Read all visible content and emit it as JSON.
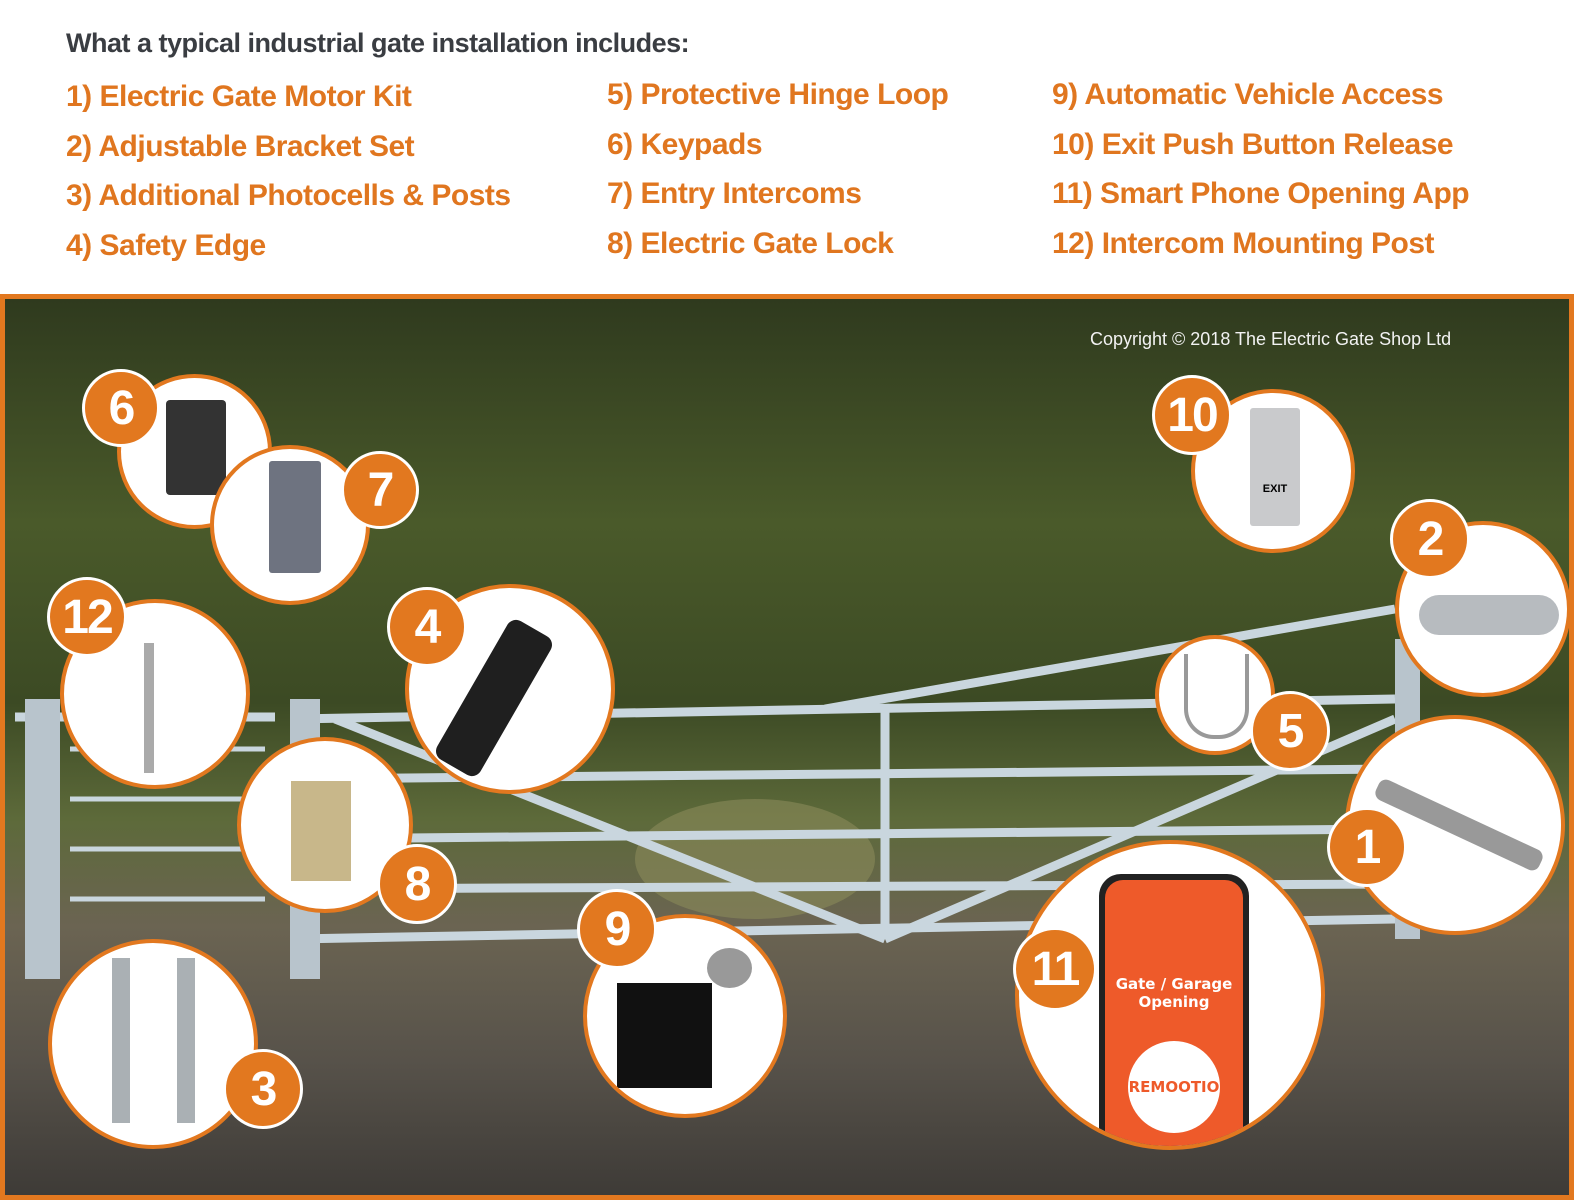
{
  "title": "What a typical industrial gate installation includes:",
  "items": [
    "1) Electric Gate Motor Kit",
    "2) Adjustable Bracket Set",
    "3) Additional Photocells & Posts",
    "4) Safety Edge",
    "5) Protective Hinge Loop",
    "6) Keypads",
    "7) Entry Intercoms",
    "8) Electric Gate Lock",
    "9) Automatic Vehicle Access",
    "10) Exit Push Button Release",
    "11) Smart Phone Opening App",
    "12) Intercom Mounting Post"
  ],
  "copyright": "Copyright © 2018 The Electric Gate Shop Ltd",
  "badges": {
    "b1": "1",
    "b2": "2",
    "b3": "3",
    "b4": "4",
    "b5": "5",
    "b6": "6",
    "b7": "7",
    "b8": "8",
    "b9": "9",
    "b10": "10",
    "b11": "11",
    "b12": "12"
  },
  "phone": {
    "heading": "Gate / Garage Opening",
    "brand": "REMOOTIO"
  },
  "exit_label": "EXIT",
  "colors": {
    "accent": "#e2781f",
    "heading": "#3a3d42"
  }
}
